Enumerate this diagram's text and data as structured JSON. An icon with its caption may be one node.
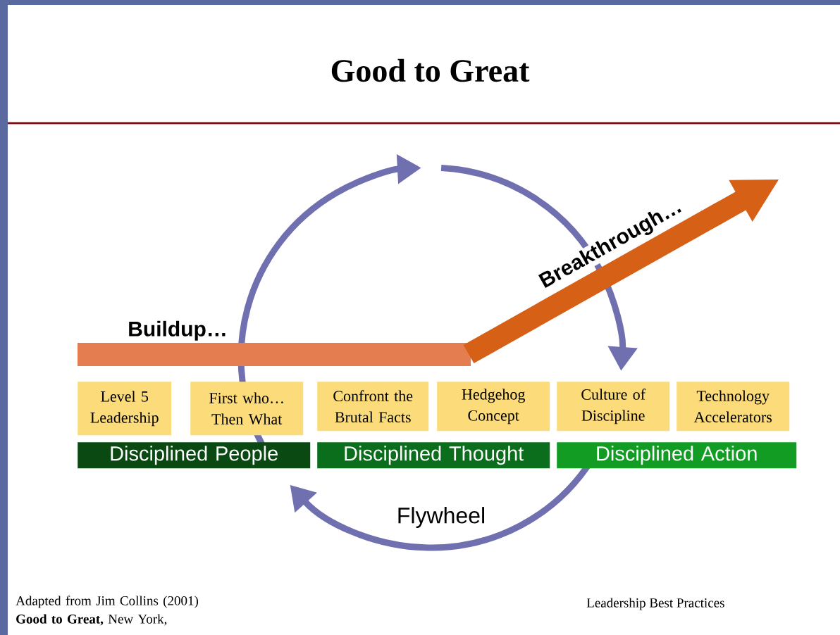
{
  "diagram": {
    "title": "Good to Great",
    "nodes": [
      {
        "text": [
          "Level 5 Leadership"
        ]
      },
      {
        "text": [
          "First who… Then What"
        ]
      },
      {
        "text": [
          "Confront the Brutal Facts"
        ]
      },
      {
        "text": [
          "Hedgehog Concept"
        ]
      },
      {
        "text": [
          "Culture of Discipline"
        ]
      },
      {
        "text": [
          "Technology Accelerators"
        ]
      },
      {
        "text": [
          "Disciplined People"
        ]
      },
      {
        "text": [
          "Disciplined Thought"
        ]
      },
      {
        "text": [
          "Disciplined Action"
        ]
      }
    ],
    "labels": [
      "Buildup…",
      "Breakthrough…",
      "Flywheel",
      "Leadership Best Practices"
    ],
    "caption": "Adapted from Jim Collins (2001) **Good to Great,** New York,"
  }
}
